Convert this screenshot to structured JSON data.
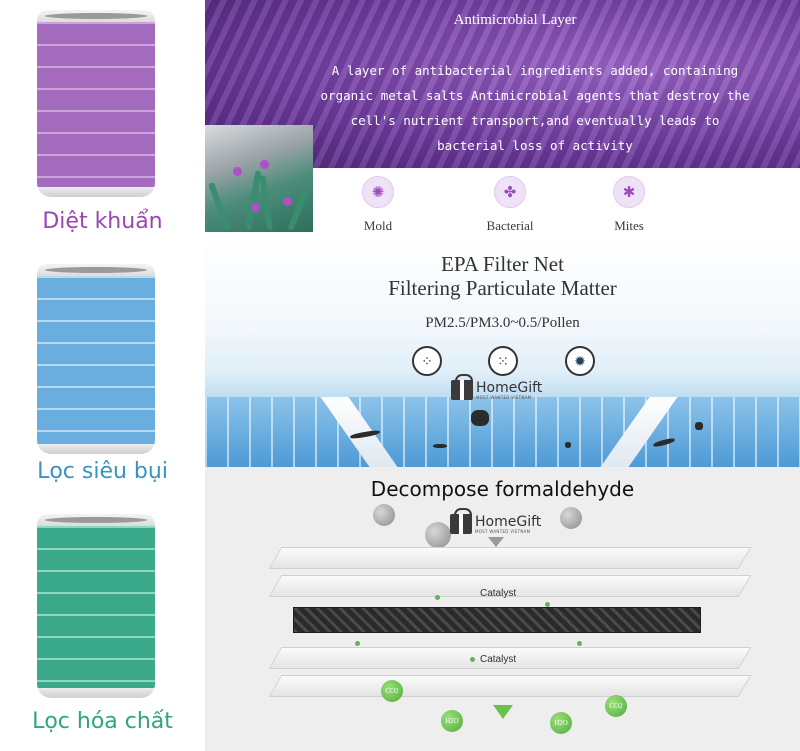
{
  "filters": [
    {
      "label": "Diệt khuẩn",
      "label_color": "#9b45b4",
      "body_color": "#a56bbf",
      "band_color": "#c9a4da"
    },
    {
      "label": "Lọc siêu bụi",
      "label_color": "#3a92c4",
      "body_color": "#6aaee0",
      "band_color": "#b7d9f2"
    },
    {
      "label": "Lọc hóa chất",
      "label_color": "#2fa873",
      "body_color": "#3aa98a",
      "band_color": "#8fd6bf"
    }
  ],
  "antimicrobial": {
    "title": "Antimicrobial Layer",
    "description": "A layer of antibacterial ingredients added, containing\norganic metal salts Antimicrobial agents that destroy the\ncell's nutrient transport,and eventually leads to\nbacterial loss of activity",
    "icons": [
      {
        "label": "Mold",
        "icon": "mold-icon",
        "glyph": "✺"
      },
      {
        "label": "Bacterial",
        "icon": "bacteria-icon",
        "glyph": "✤"
      },
      {
        "label": "Mites",
        "icon": "mite-icon",
        "glyph": "✱"
      }
    ]
  },
  "epa": {
    "title_line1": "EPA Filter Net",
    "title_line2": "Filtering Particulate Matter",
    "subtitle": "PM2.5/PM3.0~0.5/Pollen",
    "icons": [
      {
        "icon": "pm25-particle-icon",
        "glyph": "⁘"
      },
      {
        "icon": "pm30-particle-icon",
        "glyph": "⁙"
      },
      {
        "icon": "pollen-icon",
        "glyph": "✹"
      }
    ]
  },
  "watermark": {
    "name": "HomeGift",
    "tagline": "MOST WANTED VIETNAM"
  },
  "formaldehyde": {
    "title": "Decompose formaldehyde",
    "layer_labels": [
      "Catalyst",
      "Catalyst"
    ],
    "molecules": [
      "CO2",
      "H2O",
      "H2O",
      "CO2"
    ]
  }
}
